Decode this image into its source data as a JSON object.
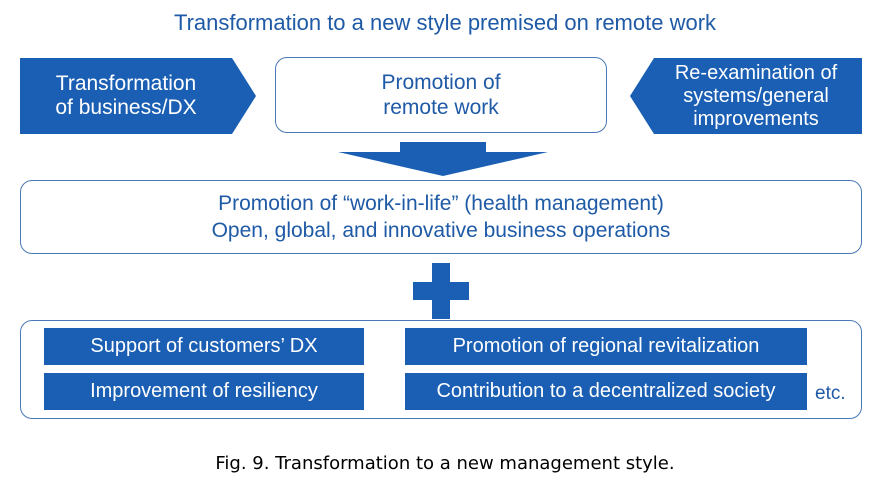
{
  "title": "Transformation to a new style premised on remote work",
  "top_row": {
    "left_arrow": {
      "line1": "Transformation",
      "line2": "of business/DX"
    },
    "center_box": {
      "line1": "Promotion of",
      "line2": "remote work"
    },
    "right_arrow": {
      "line1": "Re-examination of",
      "line2": "systems/general",
      "line3": "improvements"
    }
  },
  "middle_box": {
    "line1": "Promotion of “work-in-life” (health management)",
    "line2": "Open, global, and innovative business operations"
  },
  "bottom_box": {
    "items": [
      "Support of customers’ DX",
      "Promotion of regional revitalization",
      "Improvement of resiliency",
      "Contribution to a decentralized society"
    ],
    "etc": "etc."
  },
  "caption": "Fig. 9. Transformation to a new management style.",
  "colors": {
    "primary_blue": "#1a5fb4",
    "text_blue": "#1f5aa6",
    "outline_blue": "#4a78b5"
  }
}
